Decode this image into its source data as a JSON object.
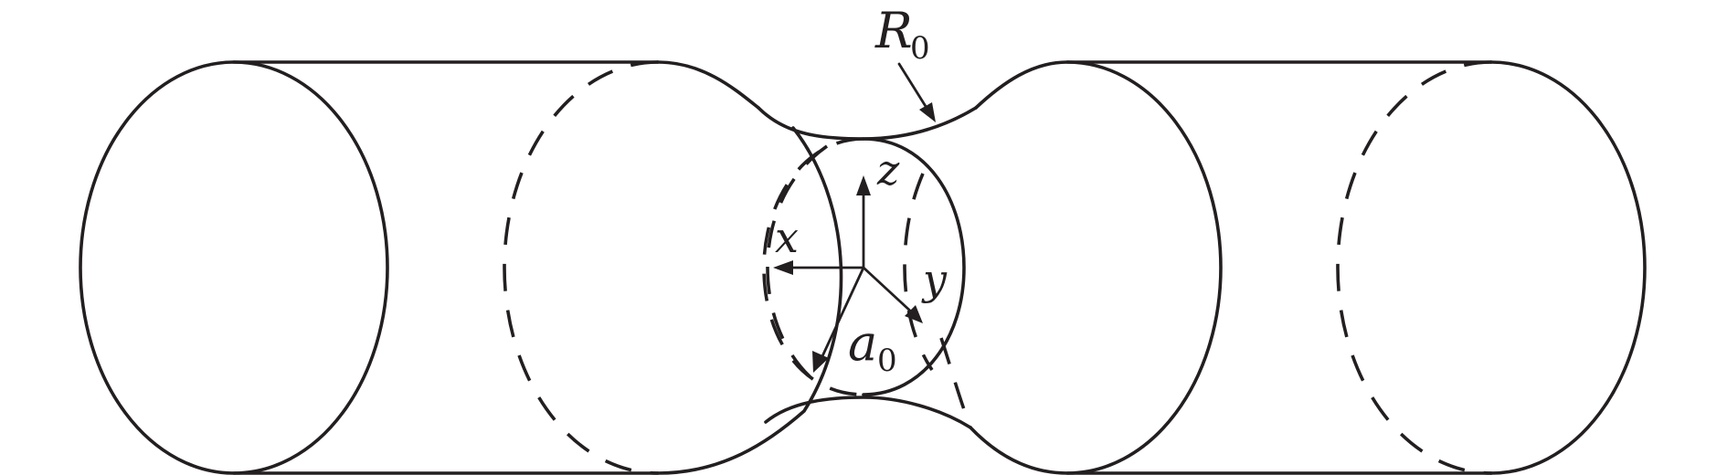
{
  "labels": {
    "neck_radius": "R",
    "neck_radius_sub": "0",
    "axis_z": "z",
    "axis_x": "x",
    "axis_y": "y",
    "radius": "a",
    "radius_sub": "0"
  },
  "colors": {
    "stroke": "#231f20",
    "background": "#ffffff"
  }
}
